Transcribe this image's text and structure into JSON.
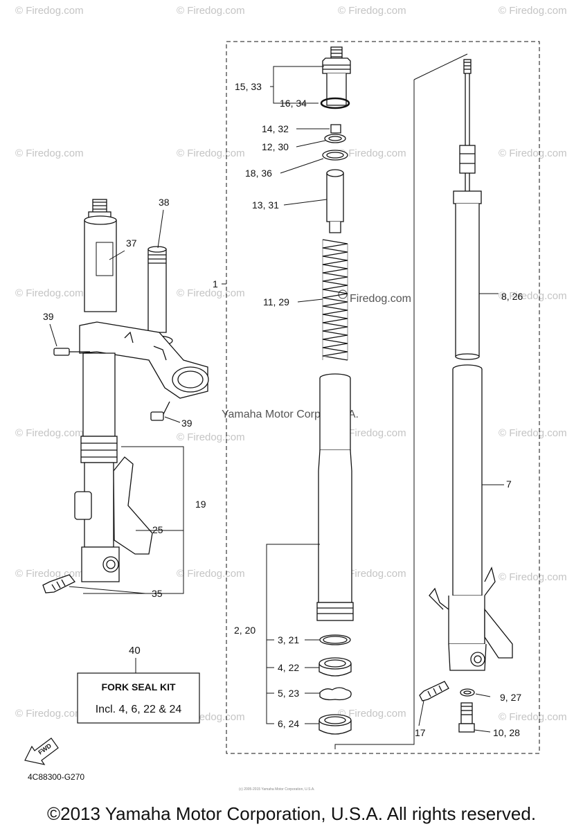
{
  "watermarks": {
    "site": "© Firedog.com",
    "center": "Firedog.com",
    "corp": "Yamaha Motor Corp, U.S.A."
  },
  "callouts": {
    "c15_33": "15, 33",
    "c16_34": "16, 34",
    "c14_32": "14, 32",
    "c12_30": "12, 30",
    "c18_36": "18, 36",
    "c13_31": "13, 31",
    "c1": "1",
    "c11_29": "11, 29",
    "c8_26": "8, 26",
    "c38": "38",
    "c37": "37",
    "c39a": "39",
    "c39b": "39",
    "c19": "19",
    "c25": "25",
    "c35": "35",
    "c7": "7",
    "c2_20": "2, 20",
    "c3_21": "3, 21",
    "c4_22": "4, 22",
    "c5_23": "5, 23",
    "c6_24": "6, 24",
    "c9_27": "9, 27",
    "c17": "17",
    "c10_28": "10, 28",
    "c40": "40"
  },
  "kit_box": {
    "title": "FORK SEAL KIT",
    "text": "Incl. 4, 6, 22 & 24"
  },
  "fwd_label": "FWD",
  "diagram_code": "4C88300-G270",
  "tiny_copyright": "(c) 2005-2015 Yamaha Motor Corporation, U.S.A.",
  "footer": "©2013 Yamaha Motor Corporation, U.S.A. All rights reserved."
}
